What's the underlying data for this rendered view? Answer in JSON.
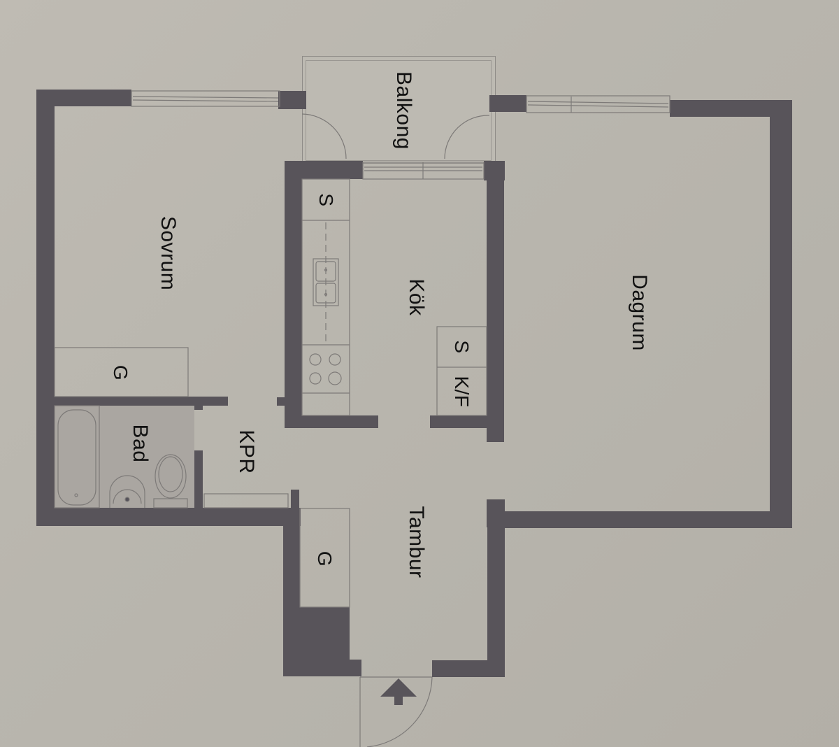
{
  "floorplan": {
    "orientation": "rotated-90deg-clockwise",
    "colors": {
      "background": "#b9b6ae",
      "wall": "#58545a",
      "floor": "#bcb9b1",
      "bathroom_floor": "#a9a5a0",
      "fixture_line": "#7d7a78",
      "label": "#111111"
    },
    "rooms": [
      {
        "id": "balkong",
        "label": "Balkong"
      },
      {
        "id": "sovrum",
        "label": "Sovrum"
      },
      {
        "id": "kok",
        "label": "Kök"
      },
      {
        "id": "dagrum",
        "label": "Dagrum"
      },
      {
        "id": "bad",
        "label": "Bad"
      },
      {
        "id": "kpr",
        "label": "KPR"
      },
      {
        "id": "tambur",
        "label": "Tambur"
      }
    ],
    "fixtures": {
      "sovrum_wardrobe": "G",
      "tambur_wardrobe": "G",
      "kitchen_cabinet_left": "S",
      "kitchen_cabinet_right": "S",
      "fridge_freezer": "K/F",
      "sink": "sink-icon",
      "stove": "stove-icon",
      "bathtub": "bathtub-icon",
      "washbasin": "washbasin-icon",
      "toilet": "toilet-icon"
    },
    "entrance": {
      "icon": "entrance-arrow-icon"
    }
  }
}
